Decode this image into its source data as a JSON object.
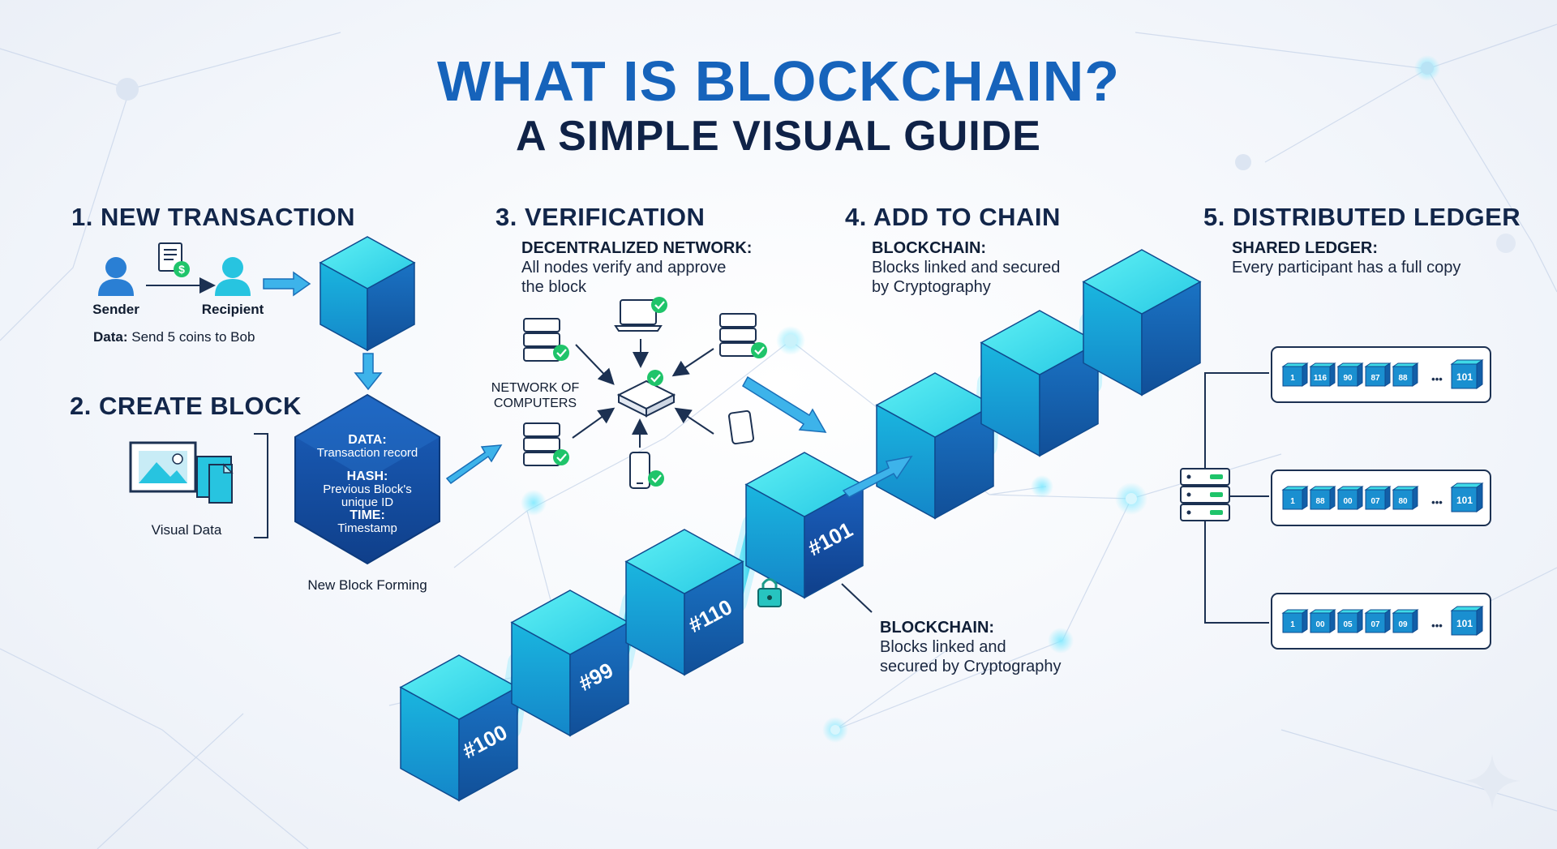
{
  "title": "WHAT IS BLOCKCHAIN?",
  "subtitle": "A SIMPLE VISUAL GUIDE",
  "step1": {
    "heading": "1. NEW TRANSACTION",
    "sender": "Sender",
    "recipient": "Recipient",
    "data_label": "Data:",
    "data_value": "Send 5 coins to Bob"
  },
  "step2": {
    "heading": "2. CREATE BLOCK",
    "visual_data": "Visual Data",
    "block_data_label": "DATA:",
    "block_data_value": "Transaction record",
    "block_hash_label": "HASH:",
    "block_hash_value_1": "Previous Block's",
    "block_hash_value_2": "unique ID",
    "block_time_label": "TIME:",
    "block_time_value": "Timestamp",
    "caption": "New Block Forming"
  },
  "step3": {
    "heading": "3. VERIFICATION",
    "subheading": "DECENTRALIZED NETWORK:",
    "desc_1": "All nodes verify and approve",
    "desc_2": "the block",
    "network_1": "NETWORK OF",
    "network_2": "COMPUTERS"
  },
  "step4": {
    "heading": "4. ADD TO CHAIN",
    "subheading": "BLOCKCHAIN:",
    "desc_1": "Blocks linked and secured",
    "desc_2": "by Cryptography"
  },
  "step5": {
    "heading": "5. DISTRIBUTED LEDGER",
    "subheading": "SHARED LEDGER:",
    "desc": "Every participant has a full copy",
    "ledgers": [
      {
        "blocks": [
          "1",
          "116",
          "90",
          "87",
          "88"
        ],
        "last": "101"
      },
      {
        "blocks": [
          "1",
          "88",
          "00",
          "07",
          "80"
        ],
        "last": "101"
      },
      {
        "blocks": [
          "1",
          "00",
          "05",
          "07",
          "09"
        ],
        "last": "101"
      }
    ],
    "ellipsis": "•••"
  },
  "chain": {
    "blocks": [
      "#100",
      "#99",
      "#110",
      "#101"
    ],
    "caption_title": "BLOCKCHAIN:",
    "caption_1": "Blocks linked and",
    "caption_2": "secured by Cryptography"
  },
  "colors": {
    "title_blue": "#1663bb",
    "navy": "#0f2247",
    "cyan_top": "#3fdbe8",
    "cyan_left": "#1aa3d6",
    "blue_right": "#1466b8",
    "check_green": "#1fc46a"
  }
}
